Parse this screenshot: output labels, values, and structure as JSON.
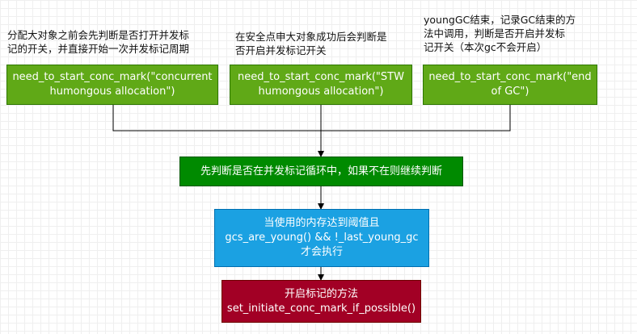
{
  "notes": {
    "left": [
      "分配大对象之前会先判断是否打开并发标",
      "记的开关，并直接开始一次并发标记周期"
    ],
    "middle": [
      "在安全点申大对象成功后会判断是",
      "否开启并发标记开关"
    ],
    "right": [
      "youngGC结束，记录GC结束的方",
      "法中调用，判断是否开启并发标",
      "记开关（本次gc不会开启）"
    ]
  },
  "boxes": {
    "call_left": [
      "need_to_start_conc_mark(\"concurrent",
      "humongous allocation\")"
    ],
    "call_middle": [
      "need_to_start_conc_mark(\"STW",
      "humongous allocation\")"
    ],
    "call_right": [
      "need_to_start_conc_mark(\"end",
      "of GC\")"
    ],
    "check_cycle": [
      "先判断是否在并发标记循环中，如果不在则继续判断"
    ],
    "condition": [
      "当使用的内存达到阈值且",
      "gcs_are_young() && !_last_young_gc",
      "才会执行"
    ],
    "start_mark": [
      "开启标记的方法",
      "set_initiate_conc_mark_if_possible()"
    ]
  },
  "colors": {
    "green": "#60a917",
    "dark_green": "#008a00",
    "blue": "#1ba1e2",
    "red": "#a20025"
  }
}
